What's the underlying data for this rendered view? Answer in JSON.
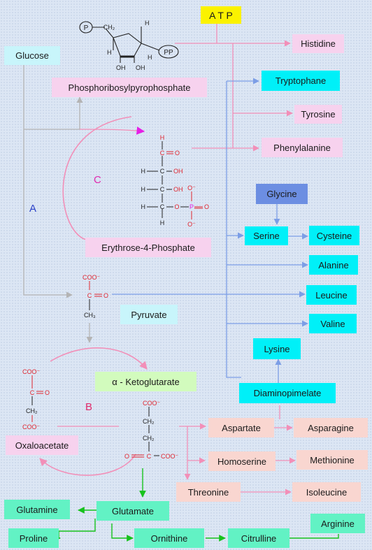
{
  "atp": "A T P",
  "sections": {
    "a": "A",
    "b": "B",
    "c": "C"
  },
  "nodes": {
    "glucose": "Glucose",
    "prpp": "Phosphoribosylpyrophosphate",
    "histidine": "Histidine",
    "tryptophane": "Tryptophane",
    "tyrosine": "Tyrosine",
    "phenylalanine": "Phenylalanine",
    "glycine": "Glycine",
    "serine": "Serine",
    "cysteine": "Cysteine",
    "alanine": "Alanine",
    "leucine": "Leucine",
    "valine": "Valine",
    "e4p": "Erythrose-4-Phosphate",
    "pyruvate": "Pyruvate",
    "lysine": "Lysine",
    "aketo": "α - Ketoglutarate",
    "diaminopimelate": "Diaminopimelate",
    "aspartate": "Aspartate",
    "asparagine": "Asparagine",
    "oxaloacetate": "Oxaloacetate",
    "homoserine": "Homoserine",
    "methionine": "Methionine",
    "threonine": "Threonine",
    "isoleucine": "Isoleucine",
    "glutamine": "Glutamine",
    "glutamate": "Glutamate",
    "arginine": "Arginine",
    "proline": "Proline",
    "ornithine": "Ornithine",
    "citrulline": "Citrulline"
  },
  "prpp_structure": {
    "p": "P",
    "pp": "PP",
    "ch2": "CH₂",
    "h": "H",
    "oh": "OH"
  },
  "e4p_structure": {
    "h": "H",
    "c": "C",
    "o": "O",
    "oh": "OH",
    "p": "P",
    "o_minus": "O⁻"
  },
  "pyruvate_structure": {
    "coo": "COO⁻",
    "c": "C",
    "o": "O",
    "ch3": "CH₃"
  },
  "oxaloacetate_structure": {
    "coo": "COO⁻",
    "c": "C",
    "o": "O",
    "ch2": "CH₂"
  },
  "aketo_structure": {
    "coo": "COO⁻",
    "ch2": "CH₂",
    "c": "C",
    "o": "O"
  },
  "colors": {
    "pink_arrow": "#f28fb8",
    "blue_arrow": "#7c9ee6",
    "green_arrow": "#16c21c",
    "gray_arrow": "#b4b4b4",
    "magenta": "#e61ee6"
  }
}
